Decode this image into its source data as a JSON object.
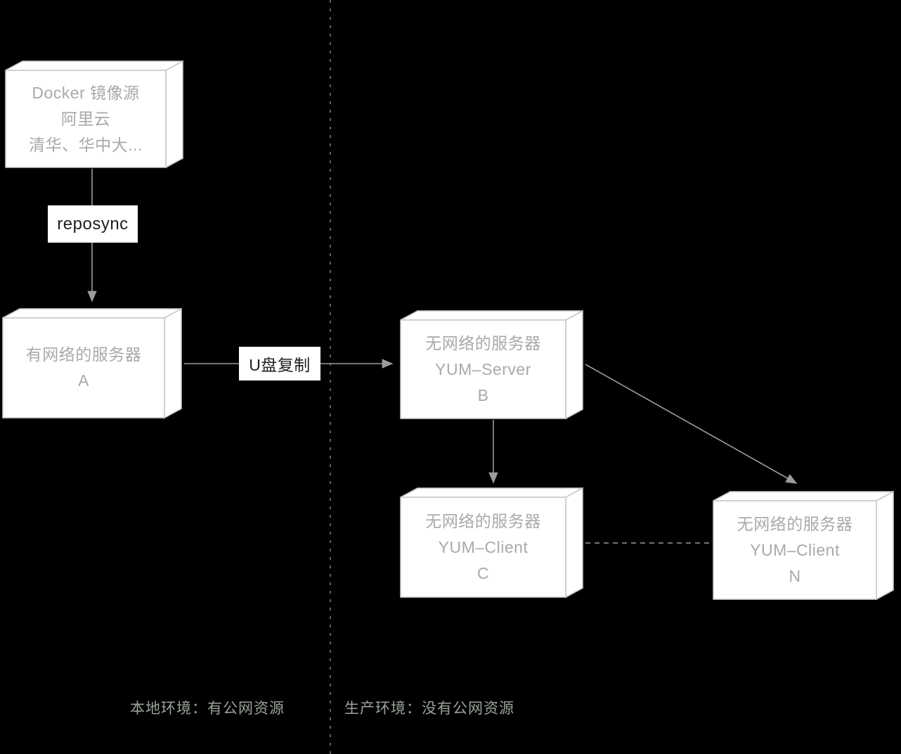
{
  "nodes": {
    "docker_mirror": {
      "lines": [
        "Docker 镜像源",
        "阿里云",
        "清华、华中大..."
      ]
    },
    "server_a": {
      "lines": [
        "有网络的服务器",
        "A"
      ]
    },
    "yum_server_b": {
      "lines": [
        "无网络的服务器",
        "YUM–Server",
        "B"
      ]
    },
    "yum_client_c": {
      "lines": [
        "无网络的服务器",
        "YUM–Client",
        "C"
      ]
    },
    "yum_client_n": {
      "lines": [
        "无网络的服务器",
        "YUM–Client",
        "N"
      ]
    }
  },
  "edge_labels": {
    "reposync": "reposync",
    "usb_copy": "U盘复制"
  },
  "footers": {
    "local_env": "本地环境：有公网资源",
    "prod_env": "生产环境：没有公网资源"
  },
  "colors": {
    "background": "#000000",
    "box_fill": "#ffffff",
    "box_border": "#c9c9c9",
    "box_text": "#a9a9a9",
    "arrow": "#9b9b9b",
    "label_text": "#1f1f1f",
    "footer_text": "#9aa39a",
    "divider": "#808080"
  }
}
